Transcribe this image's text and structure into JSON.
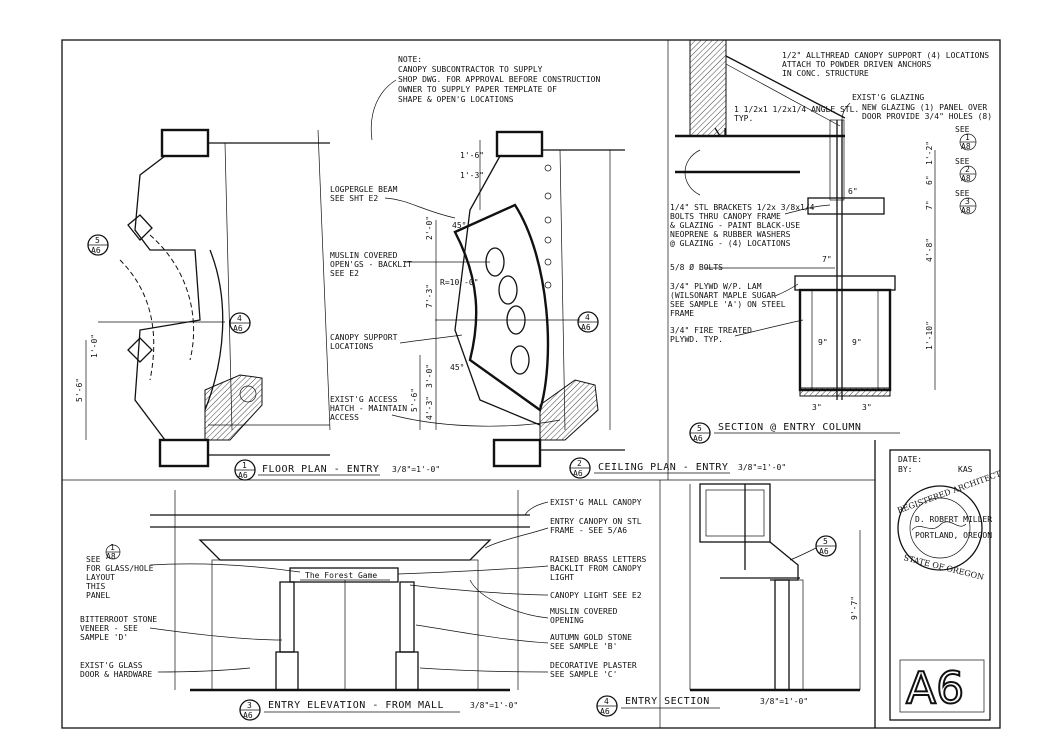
{
  "general_note": {
    "heading": "NOTE:",
    "lines": [
      "CANOPY SUBCONTRACTOR TO SUPPLY",
      "SHOP DWG. FOR APPROVAL BEFORE CONSTRUCTION",
      "OWNER TO SUPPLY PAPER TEMPLATE OF",
      "SHAPE & OPEN'G LOCATIONS"
    ]
  },
  "views": {
    "floor_plan": {
      "number": "1",
      "sheet": "A6",
      "title": "FLOOR PLAN - ENTRY",
      "scale": "3/8\"=1'-0\""
    },
    "ceiling_plan": {
      "number": "2",
      "sheet": "A6",
      "title": "CEILING PLAN - ENTRY",
      "scale": "3/8\"=1'-0\""
    },
    "entry_elevation": {
      "number": "3",
      "sheet": "A6",
      "title": "ENTRY ELEVATION - FROM MALL",
      "scale": "3/8\"=1'-0\""
    },
    "entry_section": {
      "number": "4",
      "sheet": "A6",
      "title": "ENTRY SECTION",
      "scale": "3/8\"=1'-0\""
    },
    "column_section": {
      "number": "5",
      "sheet": "A6",
      "title": "SECTION @ ENTRY COLUMN"
    }
  },
  "callouts": {
    "sec5_plan": {
      "number": "5",
      "sheet": "A6"
    },
    "sec4_plan": {
      "number": "4",
      "sheet": "A6"
    },
    "sec4_ceiling": {
      "number": "4",
      "sheet": "A6"
    },
    "sec5_elev": {
      "number": "5",
      "sheet": "A6"
    },
    "det1": {
      "number": "1",
      "sheet": "A8"
    },
    "det2": {
      "number": "2",
      "sheet": "A8"
    },
    "det3": {
      "number": "3",
      "sheet": "A8"
    },
    "elev_det": {
      "number": "1",
      "sheet": "A8"
    }
  },
  "ceiling_notes": {
    "beam": [
      "LOGPERGLE BEAM",
      "SEE SHT E2"
    ],
    "muslin": [
      "MUSLIN COVERED",
      "OPEN'GS - BACKLIT",
      "SEE E2"
    ],
    "support": [
      "CANOPY SUPPORT",
      "LOCATIONS"
    ],
    "access": [
      "EXIST'G ACCESS",
      "HATCH - MAINTAIN",
      "ACCESS"
    ]
  },
  "section_notes": {
    "allthread": [
      "1/2\" ALLTHREAD CANOPY SUPPORT (4) LOCATIONS",
      "ATTACH TO POWDER DRIVEN ANCHORS",
      "IN CONC. STRUCTURE"
    ],
    "glazing": [
      "EXIST'G GLAZING",
      "NEW GLAZING (1) PANEL OVER",
      "DOOR PROVIDE 3/4\" HOLES (8)"
    ],
    "angle": [
      "1 1/2x1 1/2x1/4 ANGLE STL.",
      "TYP."
    ],
    "brackets": [
      "1/4\" STL BRACKETS 1/2x 3/8x1/4",
      "BOLTS THRU CANOPY FRAME",
      "& GLAZING - PAINT BLACK-USE",
      "NEOPRENE & RUBBER WASHERS",
      "@ GLAZING - (4) LOCATIONS"
    ],
    "bolts": [
      "5/8 Ø BOLTS"
    ],
    "plywood": [
      "3/4\" PLYWD W/P. LAM",
      "(WILSONART MAPLE SUGAR",
      "SEE SAMPLE 'A') ON STEEL",
      "FRAME"
    ],
    "fire": [
      "3/4\" FIRE TREATED",
      "PLYWD. TYP."
    ],
    "see1": "SEE",
    "see2": "SEE",
    "see3": "SEE"
  },
  "elevation_notes": {
    "mall_canopy": [
      "EXIST'G MALL CANOPY"
    ],
    "entry_canopy": [
      "ENTRY CANOPY ON STL",
      "FRAME - SEE 5/A6"
    ],
    "letters": [
      "RAISED BRASS LETTERS",
      "BACKLIT FROM CANOPY",
      "LIGHT"
    ],
    "canopy_light": [
      "CANOPY LIGHT SEE E2"
    ],
    "muslin": [
      "MUSLIN COVERED",
      "OPENING"
    ],
    "autumn": [
      "AUTUMN GOLD STONE",
      "SEE SAMPLE 'B'"
    ],
    "plaster": [
      "DECORATIVE PLASTER",
      "SEE SAMPLE 'C'"
    ],
    "bitterroot": [
      "BITTERROOT STONE",
      "VENEER - SEE",
      "SAMPLE 'D'"
    ],
    "glass_door": [
      "EXIST'G GLASS",
      "DOOR & HARDWARE"
    ],
    "see_layout": [
      "SEE",
      "FOR GLASS/HOLE",
      "LAYOUT",
      "THIS",
      "PANEL"
    ],
    "sign": "The Forest Game"
  },
  "dimensions": {
    "plan_5_6": "5'-6\"",
    "plan_1_0": "1'-0\"",
    "c_1_6": "1'-6\"",
    "c_1_3": "1'-3\"",
    "c_2_0": "2'-0\"",
    "c_7_3": "7'-3\"",
    "c_r": "R=10'-0\"",
    "c_3_0": "3'-0\"",
    "c_4_3": "4'-3\"",
    "c_5_6": "5'-6\"",
    "c_45a": "45°",
    "c_45b": "45°",
    "s_6_2": "1'-2\"",
    "s_6": "6\"",
    "s_7": "7\"",
    "s_4_8": "4'-8\"",
    "s_1_10": "1'-10\"",
    "s_9a": "9\"",
    "s_9b": "9\"",
    "s_7b": "7\"",
    "s_6b": "6\"",
    "s_3a": "3\"",
    "s_3b": "3\"",
    "e_9_7": "9'-7\""
  },
  "title_block": {
    "date_label": "DATE:",
    "by_label": "BY:",
    "by_value": "KAS",
    "stamp_top": "REGISTERED ARCHITECT",
    "stamp_bottom": "STATE OF OREGON",
    "stamp_name": "D. ROBERT MILLER",
    "stamp_city": "PORTLAND, OREGON",
    "sheet_number": "A6"
  }
}
